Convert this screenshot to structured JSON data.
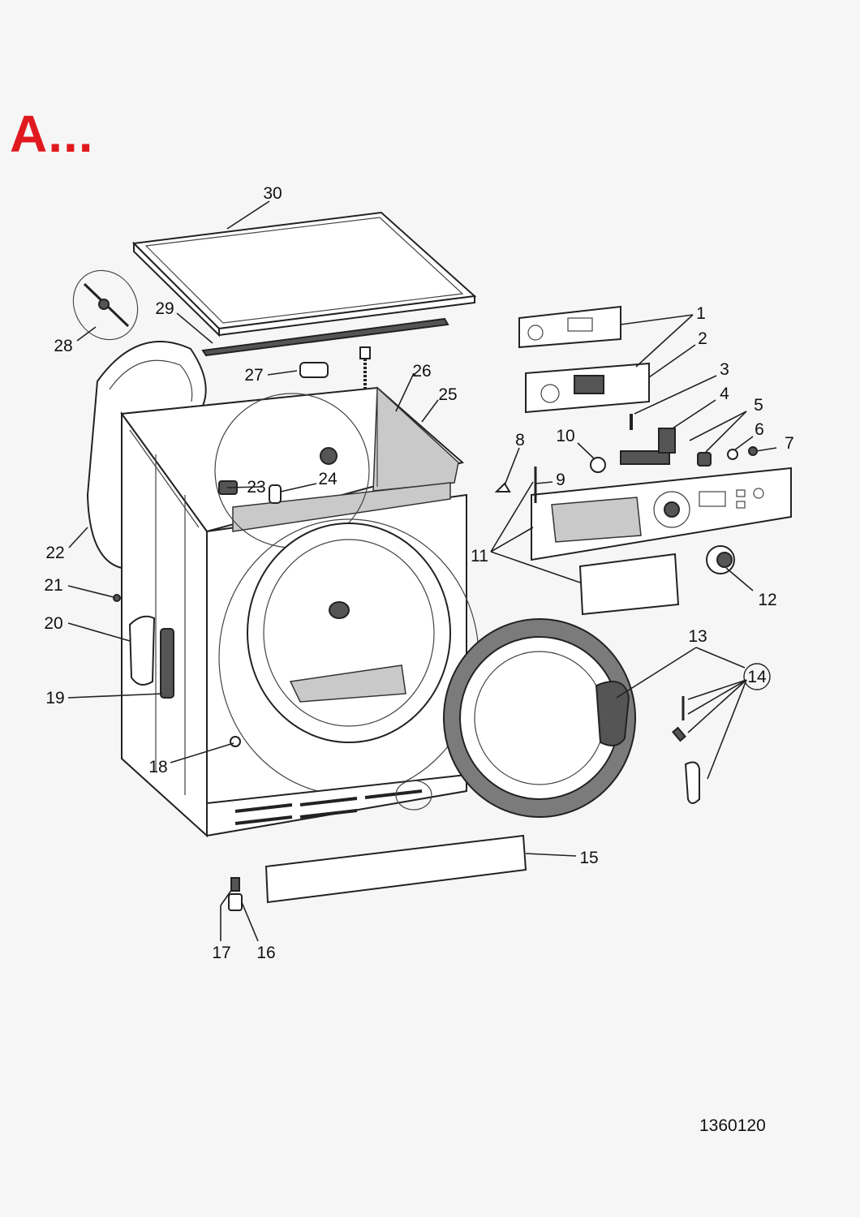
{
  "header": {
    "section_title": "A..."
  },
  "footer": {
    "document_code": "1360120"
  },
  "callouts": [
    {
      "label": "1"
    },
    {
      "label": "2"
    },
    {
      "label": "3"
    },
    {
      "label": "4"
    },
    {
      "label": "5"
    },
    {
      "label": "6"
    },
    {
      "label": "7"
    },
    {
      "label": "8"
    },
    {
      "label": "9"
    },
    {
      "label": "10"
    },
    {
      "label": "11"
    },
    {
      "label": "12"
    },
    {
      "label": "13"
    },
    {
      "label": "14"
    },
    {
      "label": "15"
    },
    {
      "label": "16"
    },
    {
      "label": "17"
    },
    {
      "label": "18"
    },
    {
      "label": "19"
    },
    {
      "label": "20"
    },
    {
      "label": "21"
    },
    {
      "label": "22"
    },
    {
      "label": "23"
    },
    {
      "label": "24"
    },
    {
      "label": "25"
    },
    {
      "label": "26"
    },
    {
      "label": "27"
    },
    {
      "label": "28"
    },
    {
      "label": "29"
    },
    {
      "label": "30"
    }
  ]
}
